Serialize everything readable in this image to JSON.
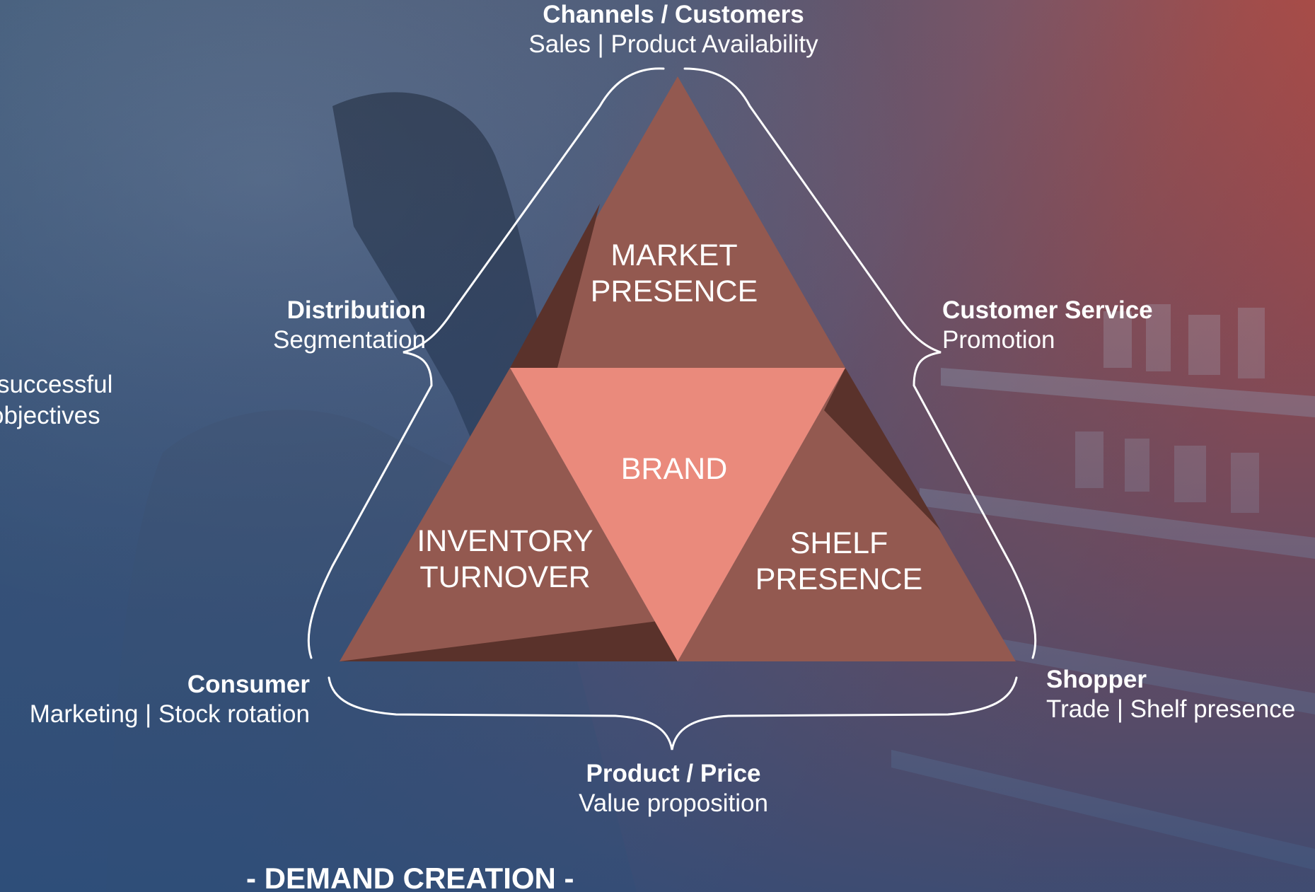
{
  "colors": {
    "bg_left": "#3a5578",
    "bg_right": "#b04a43",
    "bg_bottom": "#2b4c78",
    "outer_triangle": "#935950",
    "outer_triangle_shadow": "#5a322b",
    "brand_triangle": "#ea8a7c",
    "text": "#ffffff",
    "brace": "#ffffff"
  },
  "diagram": {
    "center": "BRAND",
    "market": [
      "MARKET",
      "PRESENCE"
    ],
    "inventory": [
      "INVENTORY",
      "TURNOVER"
    ],
    "shelf": [
      "SHELF",
      "PRESENCE"
    ]
  },
  "labels": {
    "top": {
      "title": "Channels / Customers",
      "sub": "Sales |  Product Availability"
    },
    "upper_left": {
      "title": "Distribution",
      "sub": "Segmentation"
    },
    "upper_right": {
      "title": "Customer Service",
      "sub": "Promotion"
    },
    "lower_left": {
      "title": "Consumer",
      "sub": "Marketing | Stock rotation"
    },
    "lower_right": {
      "title": "Shopper",
      "sub": "Trade | Shelf presence"
    },
    "bottom": {
      "title": "Product / Price",
      "sub": "Value proposition"
    }
  },
  "cropped_note": [
    "successful",
    "objectives"
  ],
  "footer": "- DEMAND CREATION -"
}
